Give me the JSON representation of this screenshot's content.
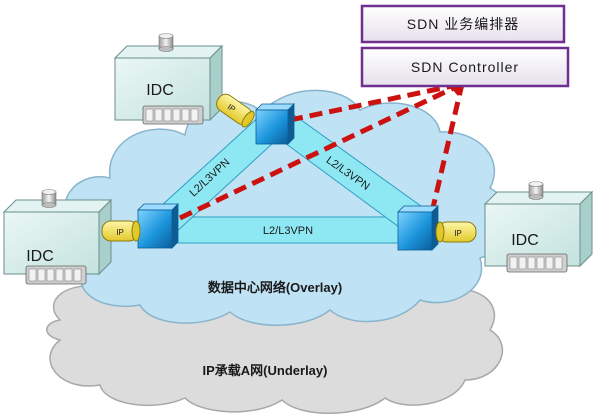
{
  "orchestrator": {
    "label": "SDN 业务编排器"
  },
  "controller": {
    "label": "SDN Controller"
  },
  "overlay_network": {
    "label": "数据中心网络(Overlay)"
  },
  "underlay_network": {
    "label": "IP承载A网(Underlay)"
  },
  "links": {
    "top_left": "L2/L3VPN",
    "top_right": "L2/L3VPN",
    "bottom": "L2/L3VPN"
  },
  "data_centers": {
    "top": "IDC",
    "left": "IDC",
    "right": "IDC"
  },
  "ip_connectors": {
    "left": "IP",
    "right": "IP",
    "top": "IP"
  },
  "colors": {
    "purple_border": "#6f2f8f",
    "purple_box_top": "#ffffff",
    "purple_box_bottom": "#e6e0ec",
    "cloud_overlay": "#bfe2f4",
    "cloud_underlay": "#dcdcdc",
    "tunnel": "#8ee8f4",
    "node": "#1f9fe0",
    "control_path": "#cc1111",
    "idc_box": "#d7eeeb",
    "connector": "#f2e14a"
  }
}
